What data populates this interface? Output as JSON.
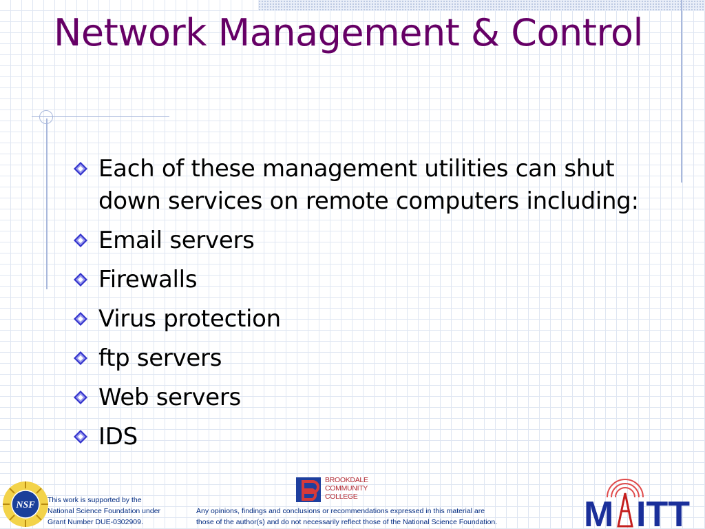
{
  "slide": {
    "title": "Network Management & Control",
    "bullets": [
      "Each of these management utilities can shut down services on remote computers including:",
      "Email servers",
      "Firewalls",
      "Virus protection",
      "ftp servers",
      "Web servers",
      "IDS"
    ]
  },
  "footer": {
    "nsf_line1": "This work is supported by the",
    "nsf_line2": "National Science Foundation under",
    "nsf_line3": "Grant Number DUE-0302909.",
    "disclaimer_line1": "Any opinions, findings and conclusions or recommendations expressed in this material are",
    "disclaimer_line2": "those of the author(s) and do not necessarily reflect those of the National Science Foundation.",
    "college_line1": "BROOKDALE",
    "college_line2": "COMMUNITY",
    "college_line3": "COLLEGE",
    "maitt_logo": "MAITT"
  },
  "colors": {
    "title": "#660066",
    "bullet_diamond": "#3333cc",
    "footer_text": "#002a80",
    "grid_lines": "#dfe6f2"
  },
  "icons": {
    "bullet": "diamond-bullet-icon",
    "nsf_logo": "nsf-logo-icon",
    "college_logo": "brookdale-logo-icon",
    "maitt_logo": "maitt-logo-icon"
  }
}
